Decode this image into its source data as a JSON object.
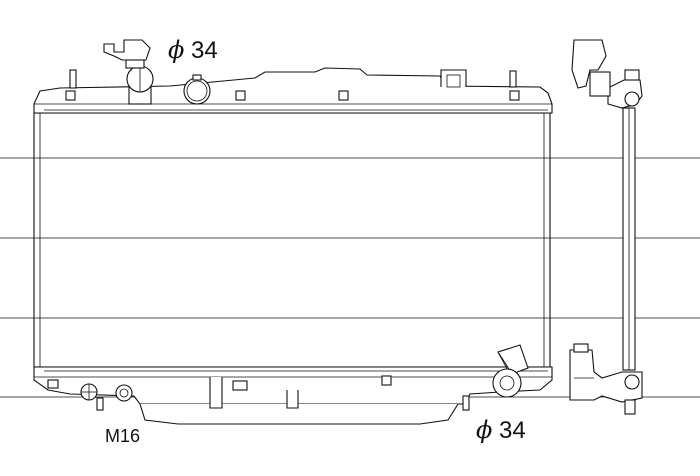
{
  "diagram": {
    "labels": {
      "top_inlet_symbol": "ϕ",
      "top_inlet_size": "34",
      "bottom_outlet_symbol": "ϕ",
      "bottom_outlet_size": "34",
      "drain_thread": "M16"
    },
    "colors": {
      "line": "#111111",
      "background": "#ffffff"
    }
  }
}
